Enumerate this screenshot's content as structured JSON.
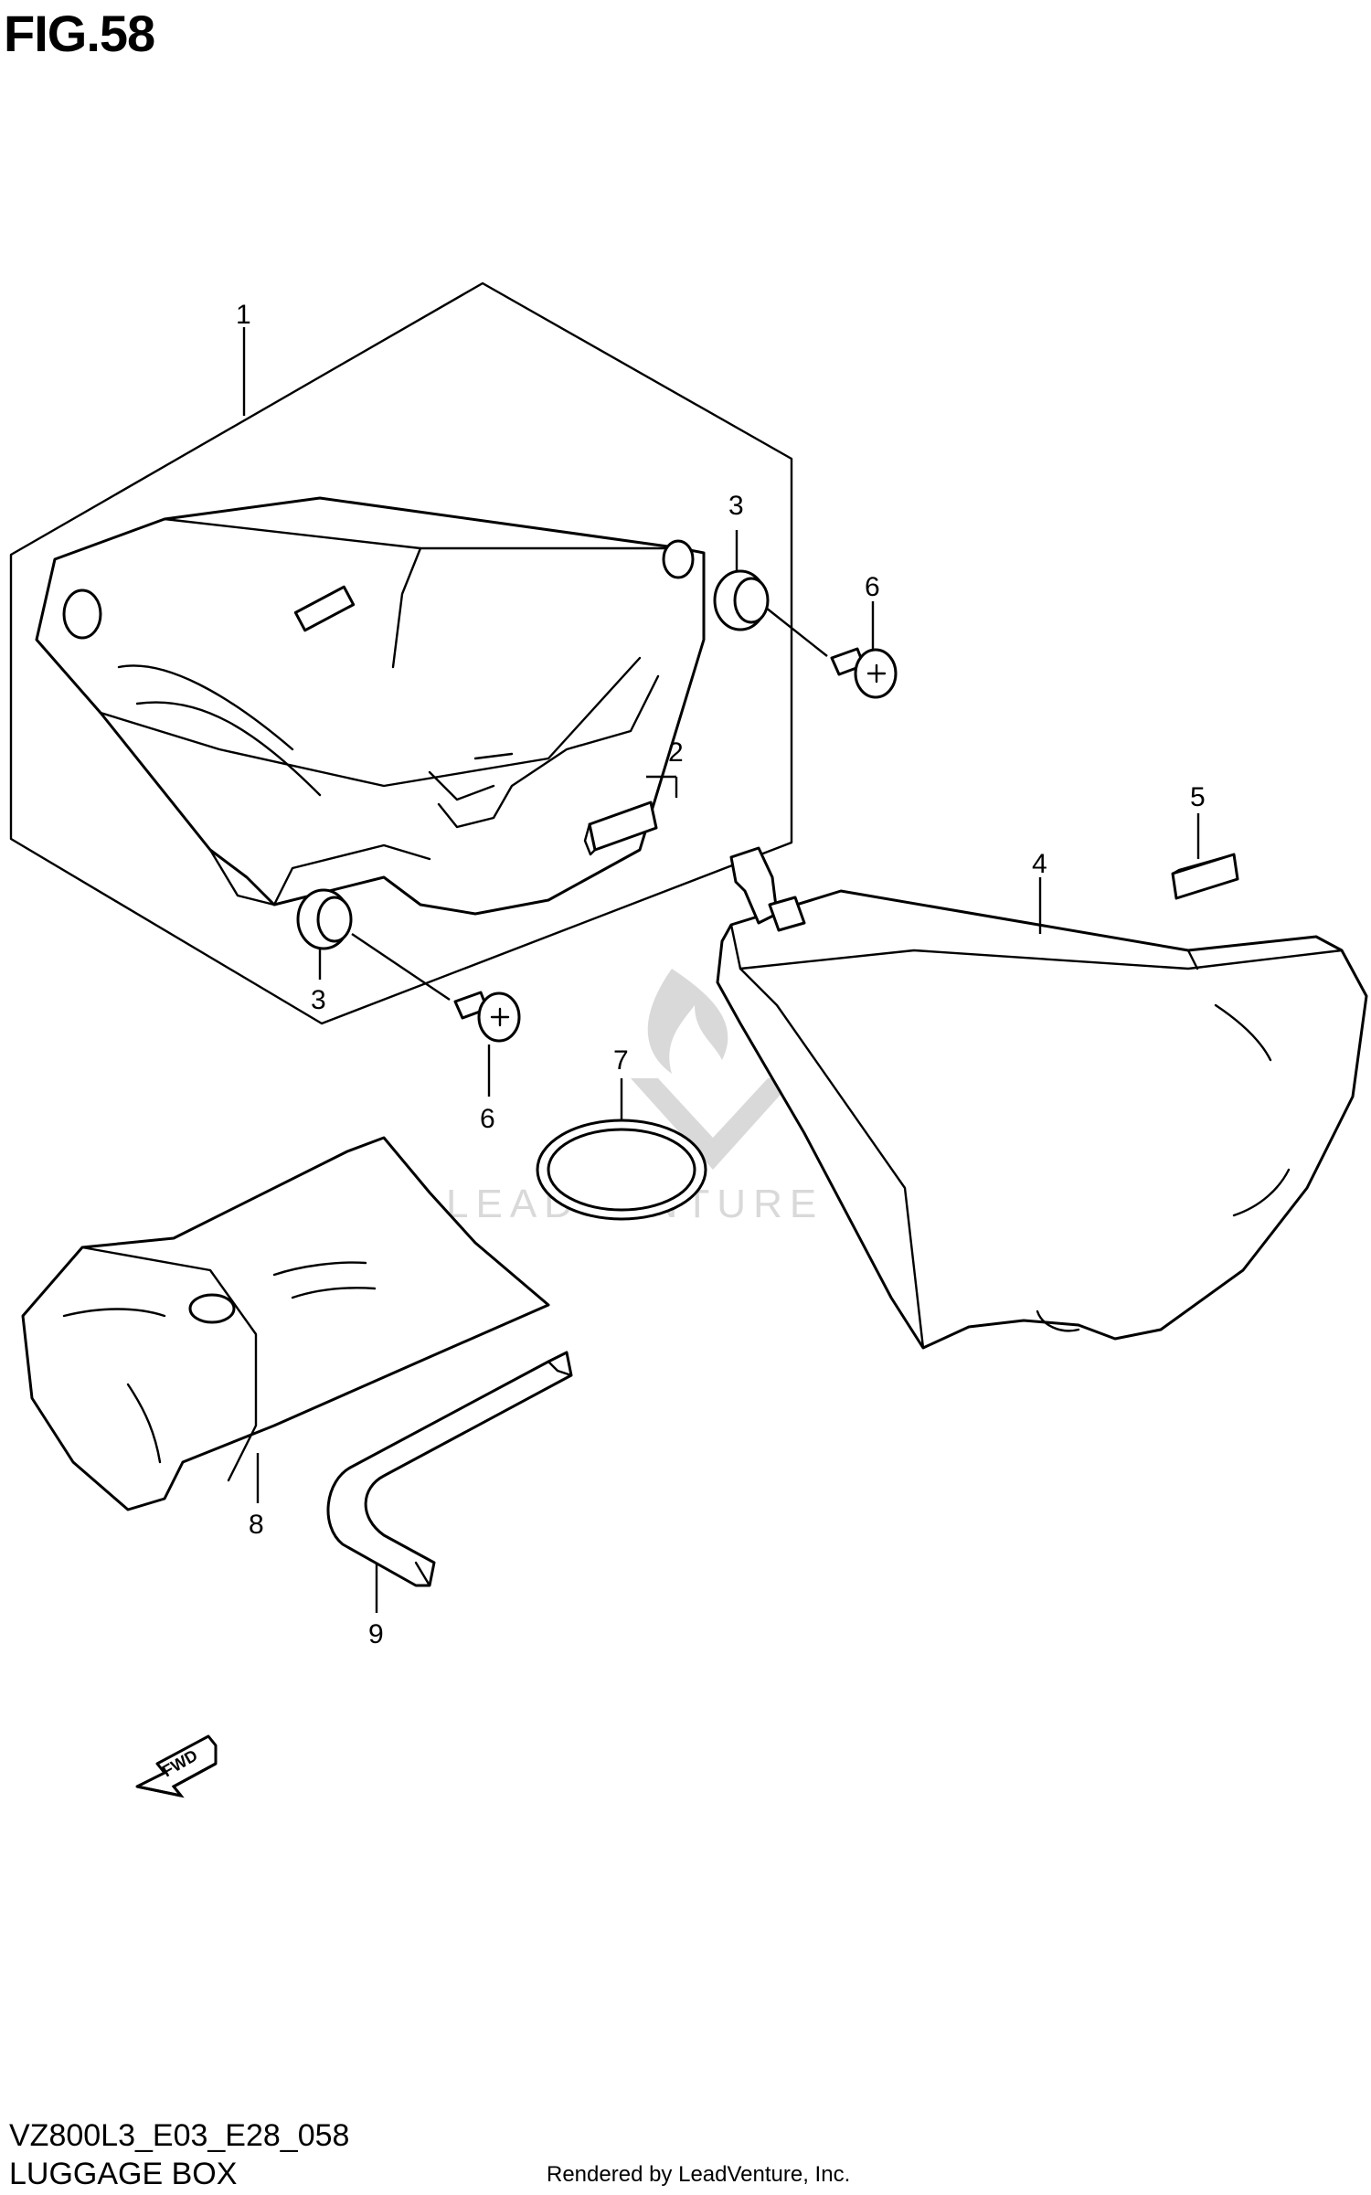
{
  "figure": {
    "title": "FIG.58",
    "model_code": "VZ800L3_E03_E28_058",
    "section_name": "LUGGAGE BOX",
    "rendered_by": "Rendered by LeadVenture, Inc."
  },
  "watermark": {
    "text": "LEADVENTURE"
  },
  "fwd_arrow": {
    "label": "FWD"
  },
  "callouts": [
    {
      "id": "c1",
      "label": "1",
      "part": "luggage-box-frame"
    },
    {
      "id": "c2",
      "label": "2",
      "part": "pad"
    },
    {
      "id": "c3a",
      "label": "3",
      "part": "cushion-upper"
    },
    {
      "id": "c3b",
      "label": "3",
      "part": "cushion-lower"
    },
    {
      "id": "c4",
      "label": "4",
      "part": "side-cover"
    },
    {
      "id": "c5",
      "label": "5",
      "part": "small-pad"
    },
    {
      "id": "c6a",
      "label": "6",
      "part": "screw-upper"
    },
    {
      "id": "c6b",
      "label": "6",
      "part": "screw-lower"
    },
    {
      "id": "c7",
      "label": "7",
      "part": "o-ring"
    },
    {
      "id": "c8",
      "label": "8",
      "part": "tool-bag"
    },
    {
      "id": "c9",
      "label": "9",
      "part": "hex-wrench"
    }
  ]
}
